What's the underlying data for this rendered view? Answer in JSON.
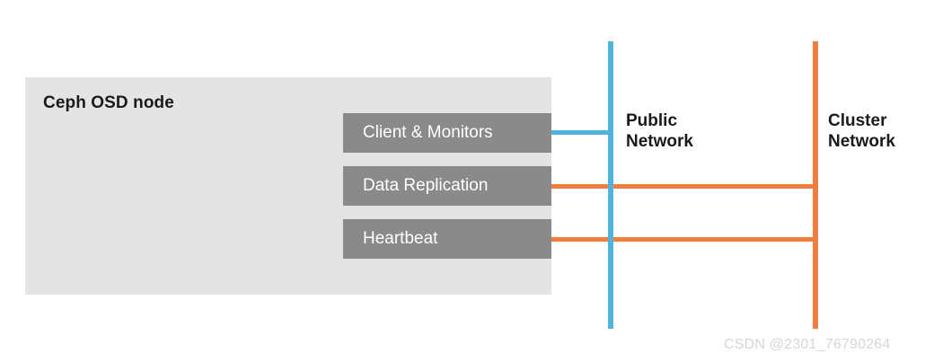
{
  "node": {
    "title": "Ceph OSD node",
    "roles": [
      {
        "label": "Client & Monitors",
        "connects_to": "Public Network",
        "link_color": "#53b1dd"
      },
      {
        "label": "Data Replication",
        "connects_to": "Cluster Network",
        "link_color": "#ee7f3e"
      },
      {
        "label": "Heartbeat",
        "connects_to": "Cluster Network",
        "link_color": "#ee7f3e"
      }
    ]
  },
  "networks": [
    {
      "name": "public",
      "label_line1": "Public",
      "label_line2": "Network",
      "color": "#53b1dd"
    },
    {
      "name": "cluster",
      "label_line1": "Cluster",
      "label_line2": "Network",
      "color": "#ee7f3e"
    }
  ],
  "colors": {
    "panel_background": "#e4e4e4",
    "role_bar_background": "#8a8a8a",
    "role_bar_text": "#ffffff",
    "public_network": "#53b1dd",
    "cluster_network": "#ee7f3e",
    "heading_text": "#1a1a1a",
    "watermark_text": "#d6d6d6",
    "canvas_background": "#ffffff"
  },
  "watermark": {
    "text": "CSDN @2301_76790264"
  }
}
